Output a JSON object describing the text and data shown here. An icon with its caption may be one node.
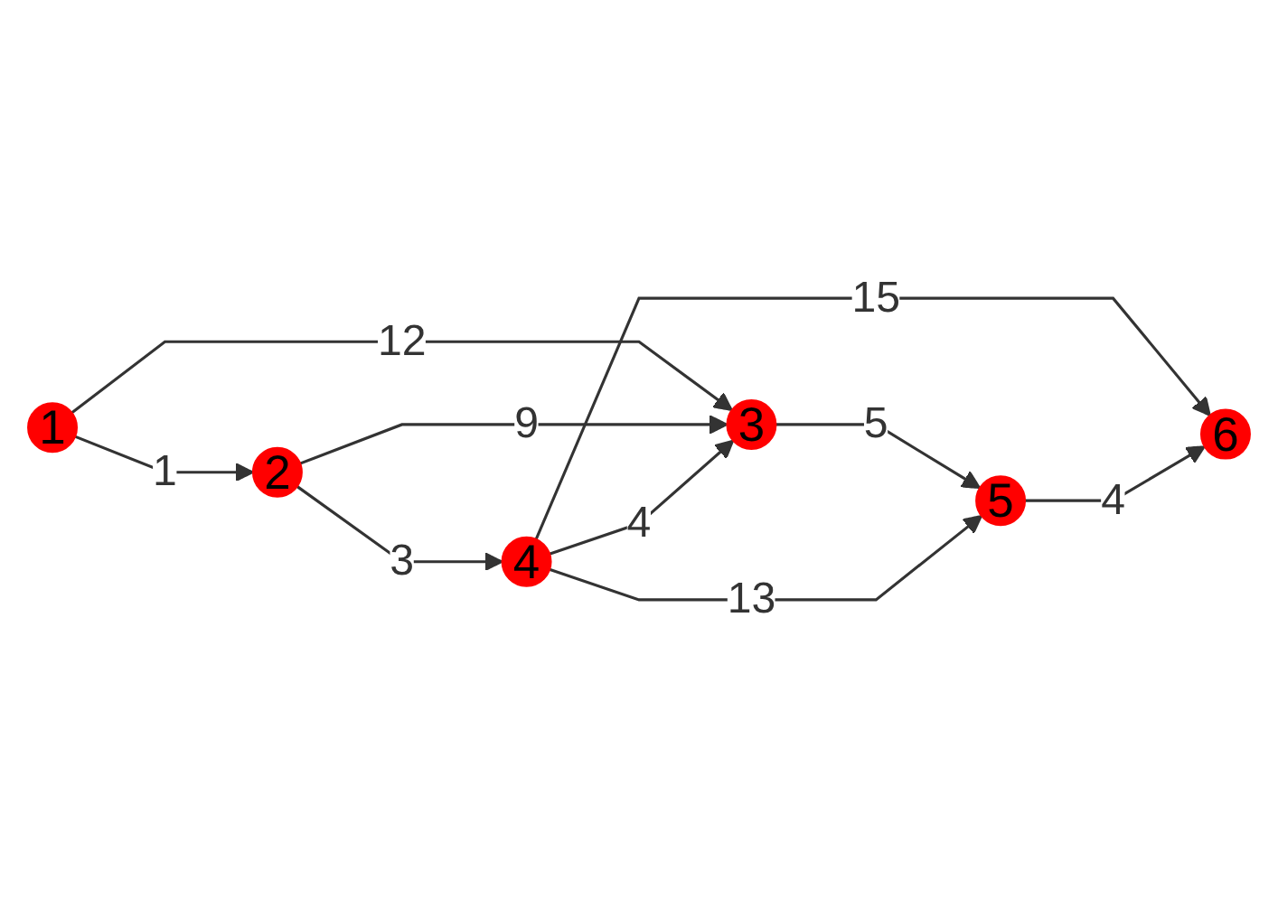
{
  "diagram": {
    "nodes": [
      {
        "text": [
          "1"
        ]
      },
      {
        "text": [
          "2"
        ]
      },
      {
        "text": [
          "3"
        ]
      },
      {
        "text": [
          "5"
        ]
      },
      {
        "text": [
          "4"
        ]
      },
      {
        "text": [
          "6"
        ]
      }
    ],
    "edges": [
      {
        "from": 0,
        "to": 1,
        "arrow": "to",
        "label": "1"
      },
      {
        "from": 0,
        "to": 2,
        "arrow": "to",
        "label": "12"
      },
      {
        "from": 1,
        "to": 2,
        "arrow": "to",
        "label": "9"
      },
      {
        "from": 1,
        "to": 4,
        "arrow": "to",
        "label": "3"
      },
      {
        "from": 2,
        "to": 3,
        "arrow": "to",
        "label": "5"
      },
      {
        "from": 4,
        "to": 2,
        "arrow": "to",
        "label": "4"
      },
      {
        "from": 4,
        "to": 3,
        "arrow": "to",
        "label": "13"
      },
      {
        "from": 4,
        "to": 5,
        "arrow": "to",
        "label": "15"
      },
      {
        "from": 3,
        "to": 5,
        "arrow": "to",
        "label": "4"
      }
    ]
  }
}
